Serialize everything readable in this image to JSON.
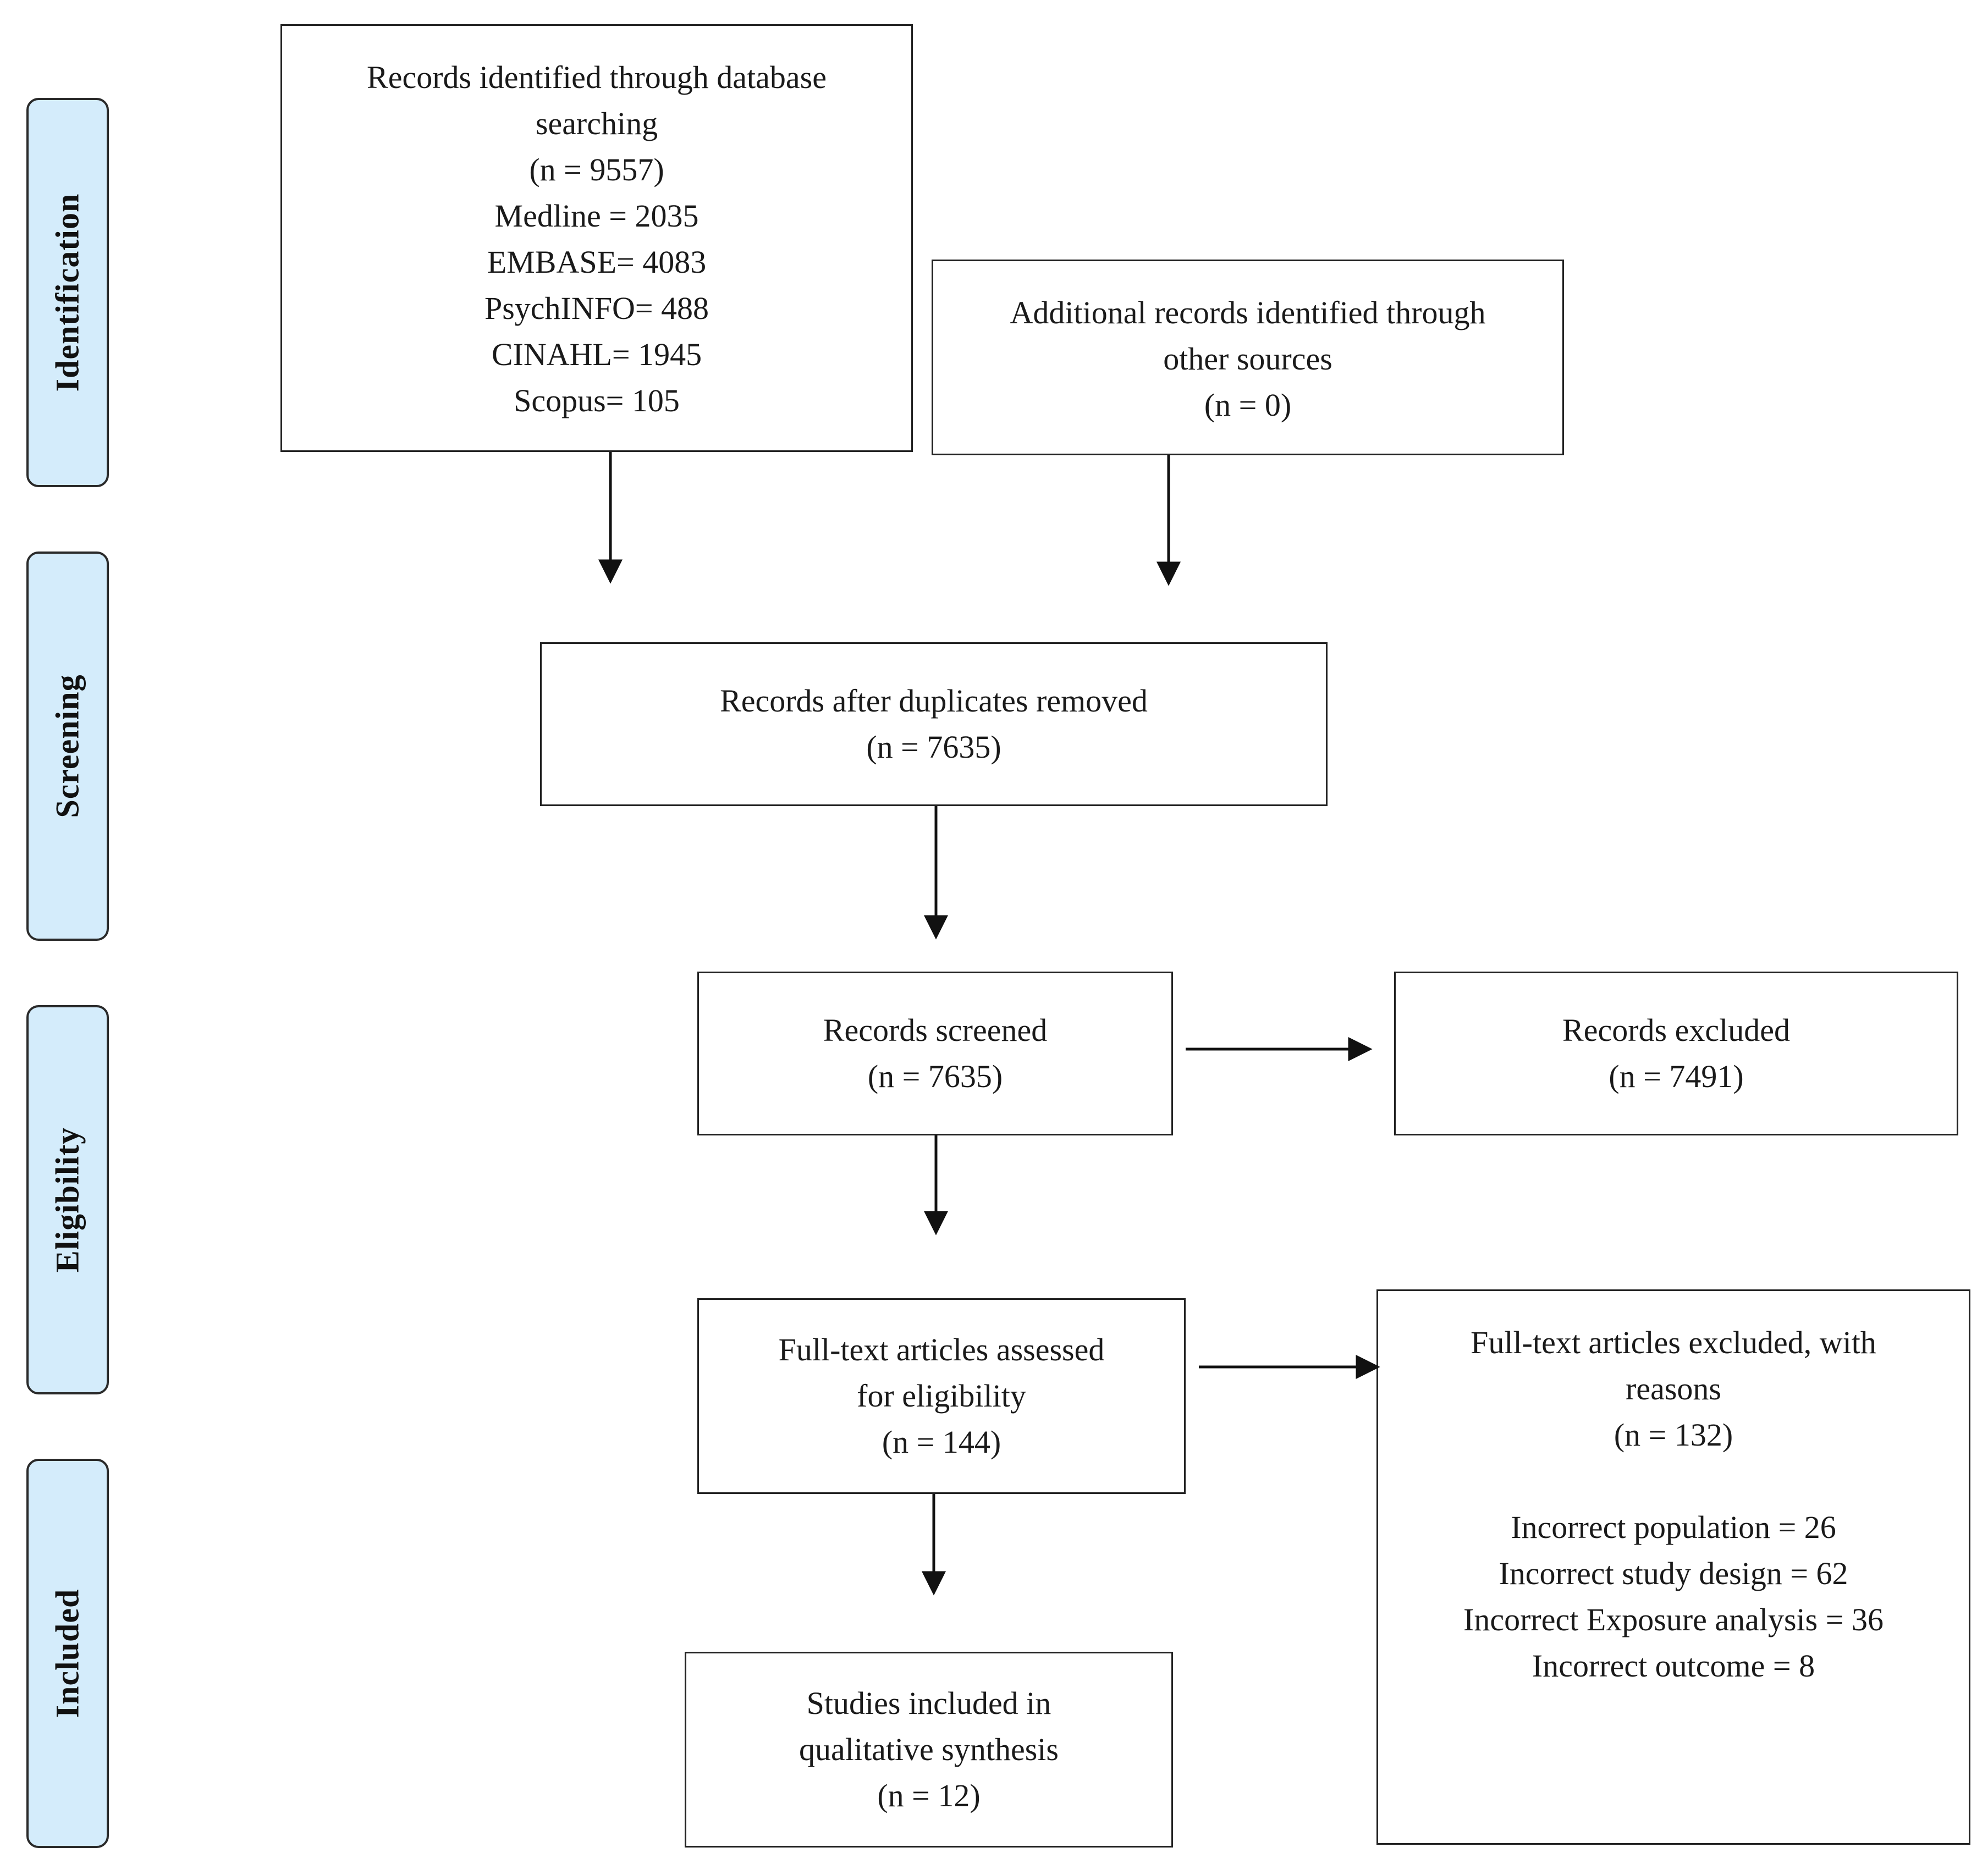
{
  "stages": [
    {
      "id": "identification",
      "label": "Identification"
    },
    {
      "id": "screening",
      "label": "Screening"
    },
    {
      "id": "eligibility",
      "label": "Eligibility"
    },
    {
      "id": "included",
      "label": "Included"
    }
  ],
  "boxes": {
    "database_search": {
      "lines": [
        "Records identified through database",
        "searching",
        "(n = 9557)"
      ],
      "sources": [
        "Medline = 2035",
        "EMBASE= 4083",
        "PsychINFO= 488",
        "CINAHL= 1945",
        "Scopus= 105"
      ]
    },
    "other_sources": {
      "lines": [
        "Additional records identified through",
        "other sources",
        "(n =  0)"
      ]
    },
    "duplicates_removed": {
      "lines": [
        "Records after duplicates removed",
        "(n = 7635)"
      ]
    },
    "screened": {
      "lines": [
        "Records screened",
        "(n = 7635)"
      ]
    },
    "excluded": {
      "lines": [
        "Records excluded",
        "(n = 7491)"
      ]
    },
    "fulltext_assessed": {
      "lines": [
        "Full-text articles assessed",
        "for eligibility",
        "(n = 144)"
      ]
    },
    "fulltext_excluded": {
      "lines": [
        "Full-text articles excluded, with",
        "reasons",
        "(n = 132)"
      ],
      "reasons": [
        "Incorrect population = 26",
        "Incorrect study design = 62",
        "Incorrect Exposure analysis = 36",
        "Incorrect outcome = 8"
      ]
    },
    "included": {
      "lines": [
        "Studies included in",
        "qualitative synthesis",
        "(n = 12)"
      ]
    }
  }
}
